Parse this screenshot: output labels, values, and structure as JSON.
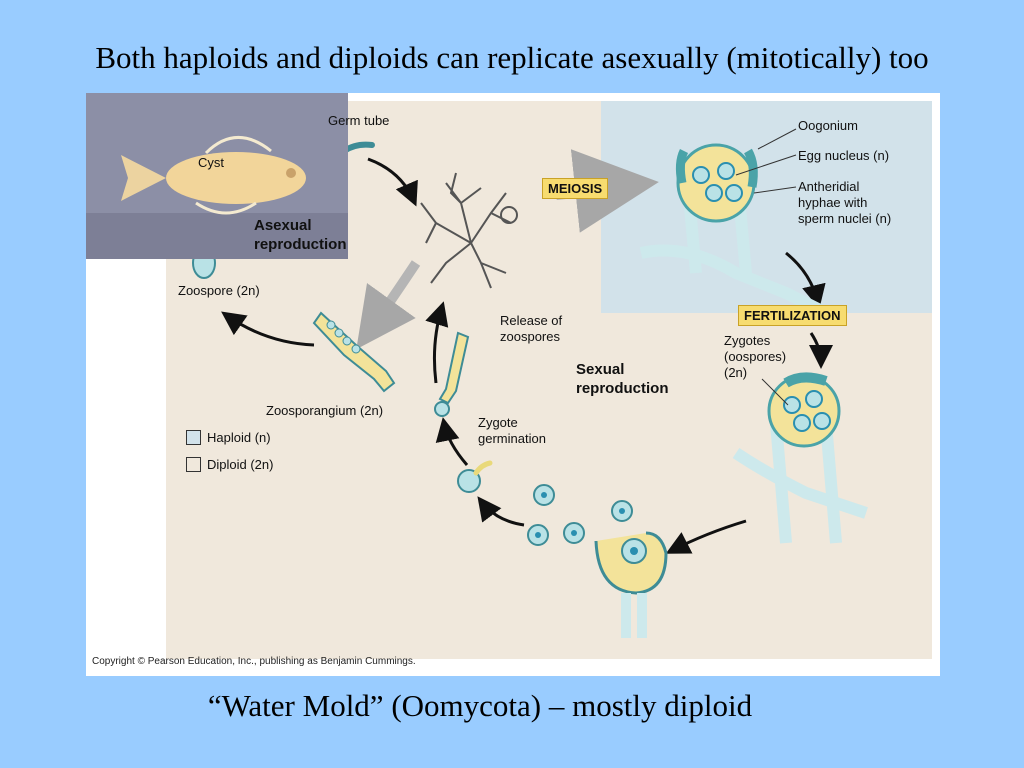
{
  "slide": {
    "title": "Both haploids and diploids can replicate asexually (mitotically) too",
    "caption": "“Water Mold” (Oomycota) – mostly diploid"
  },
  "figure": {
    "labels": {
      "germ_tube": "Germ tube",
      "cyst": "Cyst",
      "asexual_line1": "Asexual",
      "asexual_line2": "reproduction",
      "zoospore": "Zoospore (2n)",
      "meiosis": "MEIOSIS",
      "oogonium": "Oogonium",
      "egg_nucleus": "Egg nucleus (n)",
      "antheridial_line1": "Antheridial",
      "antheridial_line2": "hyphae with",
      "antheridial_line3": "sperm nuclei (n)",
      "fertilization": "FERTILIZATION",
      "zygotes_line1": "Zygotes",
      "zygotes_line2": "(oospores)",
      "zygotes_line3": "(2n)",
      "release_line1": "Release of",
      "release_line2": "zoospores",
      "sexual_line1": "Sexual",
      "sexual_line2": "reproduction",
      "zoosporangium": "Zoosporangium (2n)",
      "zygote_germ_line1": "Zygote",
      "zygote_germ_line2": "germination"
    },
    "legend": {
      "haploid": "Haploid (n)",
      "diploid": "Diploid (2n)"
    },
    "copyright": "Copyright © Pearson Education, Inc., publishing as Benjamin Cummings.",
    "colors": {
      "background": "#99ccff",
      "beige": "#f0e8dc",
      "haploid_panel": "#d2e2ea",
      "cell": "#b9e2e6",
      "hyphae": "#cde9ec",
      "nucleus": "#2a8fb0",
      "teal": "#4aa3a8",
      "label_box": "#f7dc6f"
    }
  }
}
